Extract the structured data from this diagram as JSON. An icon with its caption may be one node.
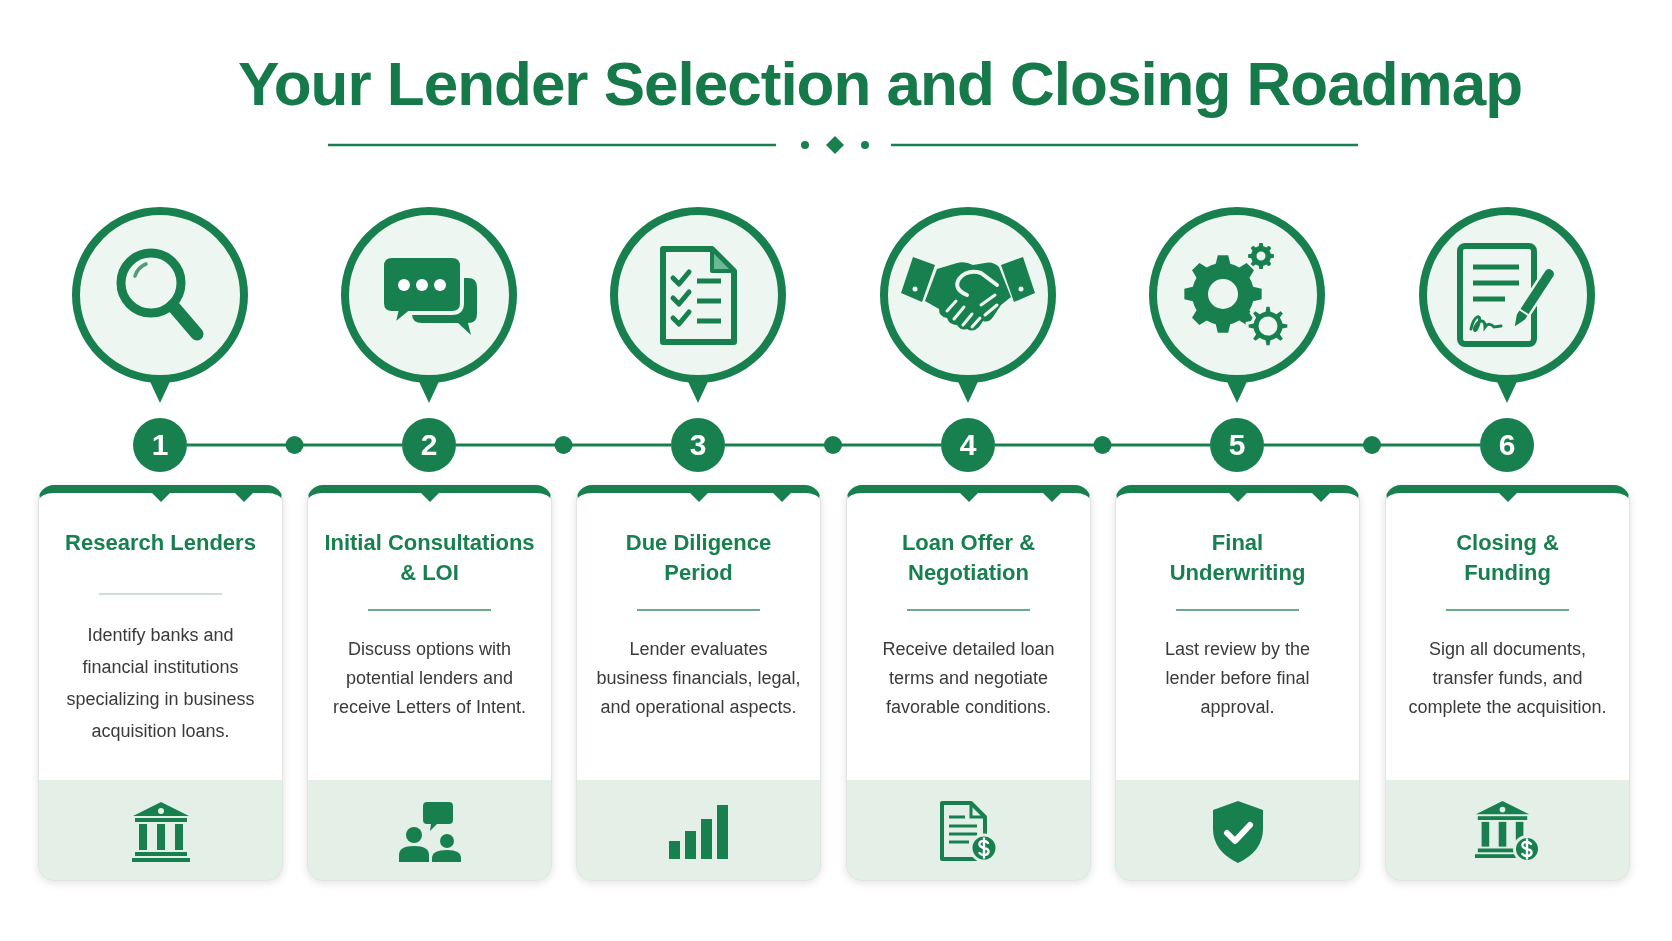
{
  "diagram": {
    "title": "Your Lender Selection and Closing Roadmap",
    "nodes": [
      {
        "text": [],
        "shape": "circle"
      },
      {
        "text": [],
        "shape": "circle"
      },
      {
        "text": [],
        "shape": "circle"
      },
      {
        "text": [],
        "shape": "circle"
      },
      {
        "text": [],
        "shape": "circle"
      },
      {
        "text": [],
        "shape": "circle"
      },
      {
        "text": [
          "1"
        ]
      },
      {
        "text": [
          "2"
        ]
      },
      {
        "text": [
          "3"
        ]
      },
      {
        "text": [
          "4"
        ]
      },
      {
        "text": [
          "5"
        ]
      },
      {
        "text": [
          "6"
        ]
      },
      {
        "text": [
          "Research Lenders",
          "Identify banks and financial institutions specializing in business acquisition loans."
        ]
      },
      {
        "text": [
          "Initial Consultations & LOI",
          "Discuss options with potential lenders and receive Letters of Intent."
        ]
      },
      {
        "text": [
          "Due Diligence Period",
          "Lender evaluates business financials, legal, and operational aspects."
        ]
      },
      {
        "text": [
          "Loan Offer & Negotiation",
          "Receive detailed loan terms and negotiate favorable conditions."
        ]
      },
      {
        "text": [
          "Final Underwriting",
          "Last review by the lender before final approval."
        ]
      },
      {
        "text": [
          "Closing & Funding",
          "Sign all documents, transfer funds, and complete the acquisition."
        ]
      }
    ],
    "edges": [
      {
        "from": 6,
        "to": 7,
        "arrow": "none"
      },
      {
        "from": 7,
        "to": 8,
        "arrow": "none"
      },
      {
        "from": 8,
        "to": 9,
        "arrow": "none"
      },
      {
        "from": 9,
        "to": 10,
        "arrow": "none"
      },
      {
        "from": 10,
        "to": 11,
        "arrow": "none"
      }
    ]
  }
}
